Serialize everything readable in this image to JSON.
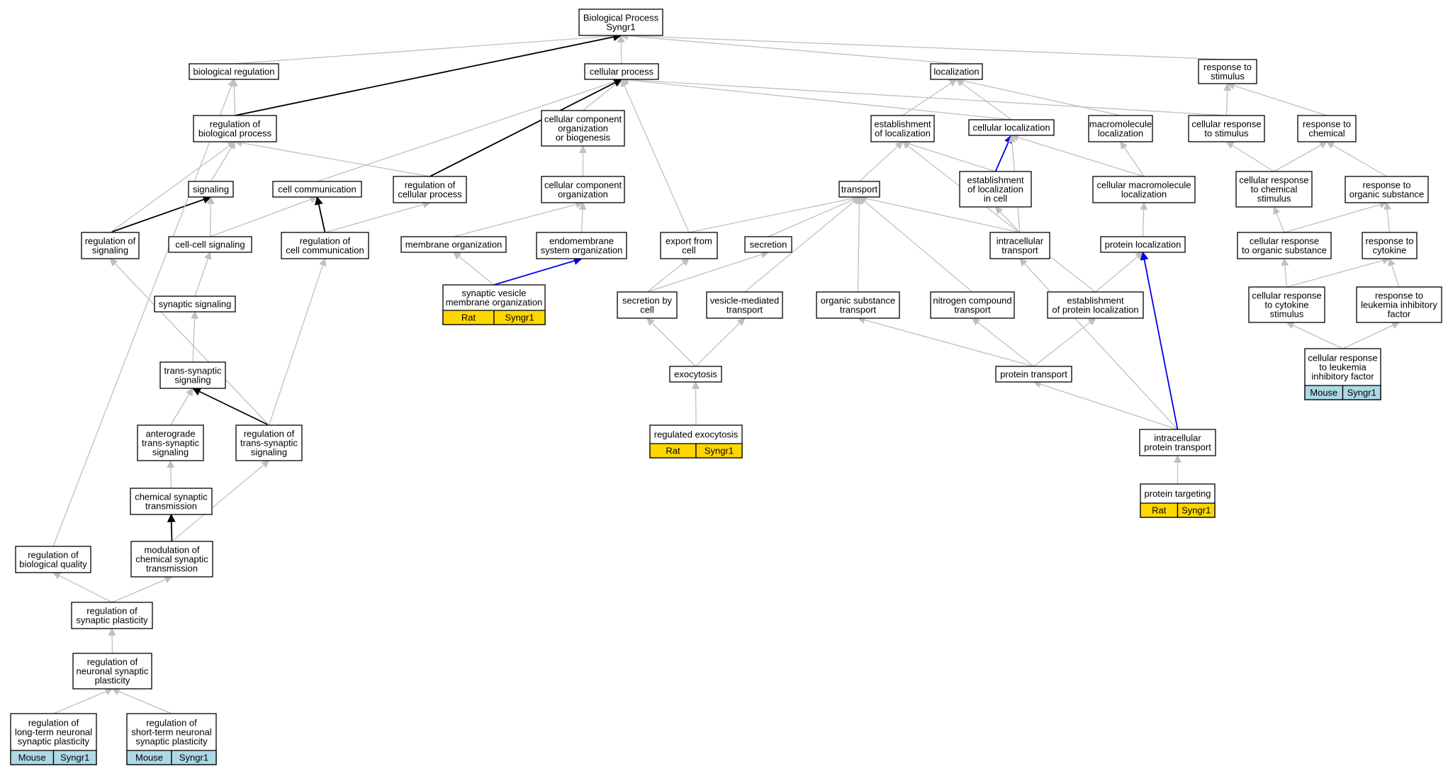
{
  "colors": {
    "edge_gray": "#c0c0c0",
    "edge_black": "#000000",
    "edge_blue": "#0000ee",
    "rat": "#ffd700",
    "mouse": "#add8e6",
    "node_border": "#000000"
  },
  "nodes": {
    "root": {
      "lines": [
        "Biological Process",
        "Syngr1"
      ]
    },
    "biological_regulation": {
      "lines": [
        "biological regulation"
      ]
    },
    "cellular_process": {
      "lines": [
        "cellular process"
      ]
    },
    "localization": {
      "lines": [
        "localization"
      ]
    },
    "response_to_stimulus": {
      "lines": [
        "response to",
        "stimulus"
      ]
    },
    "regulation_of_biological_process": {
      "lines": [
        "regulation of",
        "biological process"
      ]
    },
    "cellular_component_organization_or_biogenesis": {
      "lines": [
        "cellular component",
        "organization",
        "or biogenesis"
      ]
    },
    "establishment_of_localization": {
      "lines": [
        "establishment",
        "of localization"
      ]
    },
    "cellular_localization": {
      "lines": [
        "cellular localization"
      ]
    },
    "macromolecule_localization": {
      "lines": [
        "macromolecule",
        "localization"
      ]
    },
    "cellular_response_to_stimulus": {
      "lines": [
        "cellular response",
        "to stimulus"
      ]
    },
    "response_to_chemical": {
      "lines": [
        "response to",
        "chemical"
      ]
    },
    "signaling": {
      "lines": [
        "signaling"
      ]
    },
    "cell_communication": {
      "lines": [
        "cell communication"
      ]
    },
    "regulation_of_cellular_process": {
      "lines": [
        "regulation of",
        "cellular process"
      ]
    },
    "cellular_component_organization": {
      "lines": [
        "cellular component",
        "organization"
      ]
    },
    "transport": {
      "lines": [
        "transport"
      ]
    },
    "establishment_of_localization_in_cell": {
      "lines": [
        "establishment",
        "of localization",
        "in cell"
      ]
    },
    "cellular_macromolecule_localization": {
      "lines": [
        "cellular macromolecule",
        "localization"
      ]
    },
    "cellular_response_to_chemical_stimulus": {
      "lines": [
        "cellular response",
        "to chemical",
        "stimulus"
      ]
    },
    "response_to_organic_substance": {
      "lines": [
        "response to",
        "organic substance"
      ]
    },
    "regulation_of_signaling": {
      "lines": [
        "regulation of",
        "signaling"
      ]
    },
    "cell_cell_signaling": {
      "lines": [
        "cell-cell signaling"
      ]
    },
    "regulation_of_cell_communication": {
      "lines": [
        "regulation of",
        "cell communication"
      ]
    },
    "membrane_organization": {
      "lines": [
        "membrane organization"
      ]
    },
    "endomembrane_system_organization": {
      "lines": [
        "endomembrane",
        "system organization"
      ]
    },
    "export_from_cell": {
      "lines": [
        "export from",
        "cell"
      ]
    },
    "secretion": {
      "lines": [
        "secretion"
      ]
    },
    "intracellular_transport": {
      "lines": [
        "intracellular",
        "transport"
      ]
    },
    "protein_localization": {
      "lines": [
        "protein localization"
      ]
    },
    "cellular_response_to_organic_substance": {
      "lines": [
        "cellular response",
        "to organic substance"
      ]
    },
    "response_to_cytokine": {
      "lines": [
        "response to",
        "cytokine"
      ]
    },
    "synaptic_signaling": {
      "lines": [
        "synaptic signaling"
      ]
    },
    "synaptic_vesicle_membrane_organization": {
      "lines": [
        "synaptic vesicle",
        "membrane organization"
      ],
      "tag": [
        "Rat",
        "Syngr1"
      ],
      "tag_color": "rat"
    },
    "secretion_by_cell": {
      "lines": [
        "secretion by",
        "cell"
      ]
    },
    "vesicle_mediated_transport": {
      "lines": [
        "vesicle-mediated",
        "transport"
      ]
    },
    "organic_substance_transport": {
      "lines": [
        "organic substance",
        "transport"
      ]
    },
    "nitrogen_compound_transport": {
      "lines": [
        "nitrogen compound",
        "transport"
      ]
    },
    "establishment_of_protein_localization": {
      "lines": [
        "establishment",
        "of protein localization"
      ]
    },
    "cellular_response_to_cytokine_stimulus": {
      "lines": [
        "cellular response",
        "to cytokine",
        "stimulus"
      ]
    },
    "response_to_leukemia_inhibitory_factor": {
      "lines": [
        "response to",
        "leukemia inhibitory",
        "factor"
      ]
    },
    "trans_synaptic_signaling": {
      "lines": [
        "trans-synaptic",
        "signaling"
      ]
    },
    "exocytosis": {
      "lines": [
        "exocytosis"
      ]
    },
    "protein_transport": {
      "lines": [
        "protein transport"
      ]
    },
    "cellular_response_to_leukemia_inhibitory_factor": {
      "lines": [
        "cellular response",
        "to leukemia",
        "inhibitory factor"
      ],
      "tag": [
        "Mouse",
        "Syngr1"
      ],
      "tag_color": "mouse"
    },
    "anterograde_trans_synaptic_signaling": {
      "lines": [
        "anterograde",
        "trans-synaptic",
        "signaling"
      ]
    },
    "regulation_of_trans_synaptic_signaling": {
      "lines": [
        "regulation of",
        "trans-synaptic",
        "signaling"
      ]
    },
    "regulated_exocytosis": {
      "lines": [
        "regulated exocytosis"
      ],
      "tag": [
        "Rat",
        "Syngr1"
      ],
      "tag_color": "rat"
    },
    "intracellular_protein_transport": {
      "lines": [
        "intracellular",
        "protein transport"
      ]
    },
    "chemical_synaptic_transmission": {
      "lines": [
        "chemical synaptic",
        "transmission"
      ]
    },
    "protein_targeting": {
      "lines": [
        "protein targeting"
      ],
      "tag": [
        "Rat",
        "Syngr1"
      ],
      "tag_color": "rat"
    },
    "regulation_of_biological_quality": {
      "lines": [
        "regulation of",
        "biological quality"
      ]
    },
    "modulation_of_chemical_synaptic_transmission": {
      "lines": [
        "modulation of",
        "chemical synaptic",
        "transmission"
      ]
    },
    "regulation_of_synaptic_plasticity": {
      "lines": [
        "regulation of",
        "synaptic plasticity"
      ]
    },
    "regulation_of_neuronal_synaptic_plasticity": {
      "lines": [
        "regulation of",
        "neuronal synaptic",
        "plasticity"
      ]
    },
    "regulation_of_long_term_neuronal_synaptic_plasticity": {
      "lines": [
        "regulation of",
        "long-term neuronal",
        "synaptic plasticity"
      ],
      "tag": [
        "Mouse",
        "Syngr1"
      ],
      "tag_color": "mouse"
    },
    "regulation_of_short_term_neuronal_synaptic_plasticity": {
      "lines": [
        "regulation of",
        "short-term neuronal",
        "synaptic plasticity"
      ],
      "tag": [
        "Mouse",
        "Syngr1"
      ],
      "tag_color": "mouse"
    }
  },
  "edges": [
    {
      "from": "biological_regulation",
      "to": "root",
      "kind": "gray"
    },
    {
      "from": "cellular_process",
      "to": "root",
      "kind": "gray"
    },
    {
      "from": "localization",
      "to": "root",
      "kind": "gray"
    },
    {
      "from": "response_to_stimulus",
      "to": "root",
      "kind": "gray"
    },
    {
      "from": "regulation_of_biological_process",
      "to": "root",
      "kind": "black"
    },
    {
      "from": "regulation_of_biological_process",
      "to": "biological_regulation",
      "kind": "gray"
    },
    {
      "from": "cellular_component_organization_or_biogenesis",
      "to": "cellular_process",
      "kind": "gray"
    },
    {
      "from": "establishment_of_localization",
      "to": "localization",
      "kind": "gray"
    },
    {
      "from": "cellular_localization",
      "to": "localization",
      "kind": "gray"
    },
    {
      "from": "cellular_localization",
      "to": "cellular_process",
      "kind": "gray"
    },
    {
      "from": "macromolecule_localization",
      "to": "localization",
      "kind": "gray"
    },
    {
      "from": "cellular_response_to_stimulus",
      "to": "response_to_stimulus",
      "kind": "gray"
    },
    {
      "from": "cellular_response_to_stimulus",
      "to": "cellular_process",
      "kind": "gray"
    },
    {
      "from": "response_to_chemical",
      "to": "response_to_stimulus",
      "kind": "gray"
    },
    {
      "from": "signaling",
      "to": "regulation_of_biological_process",
      "kind": "gray"
    },
    {
      "from": "cell_communication",
      "to": "cellular_process",
      "kind": "gray"
    },
    {
      "from": "regulation_of_cellular_process",
      "to": "cellular_process",
      "kind": "black"
    },
    {
      "from": "regulation_of_cellular_process",
      "to": "regulation_of_biological_process",
      "kind": "gray"
    },
    {
      "from": "cellular_component_organization",
      "to": "cellular_component_organization_or_biogenesis",
      "kind": "gray"
    },
    {
      "from": "transport",
      "to": "establishment_of_localization",
      "kind": "gray"
    },
    {
      "from": "establishment_of_localization_in_cell",
      "to": "cellular_localization",
      "kind": "blue"
    },
    {
      "from": "establishment_of_localization_in_cell",
      "to": "establishment_of_localization",
      "kind": "gray"
    },
    {
      "from": "cellular_macromolecule_localization",
      "to": "macromolecule_localization",
      "kind": "gray"
    },
    {
      "from": "cellular_macromolecule_localization",
      "to": "cellular_localization",
      "kind": "gray"
    },
    {
      "from": "cellular_response_to_chemical_stimulus",
      "to": "cellular_response_to_stimulus",
      "kind": "gray"
    },
    {
      "from": "cellular_response_to_chemical_stimulus",
      "to": "response_to_chemical",
      "kind": "gray"
    },
    {
      "from": "response_to_organic_substance",
      "to": "response_to_chemical",
      "kind": "gray"
    },
    {
      "from": "regulation_of_signaling",
      "to": "signaling",
      "kind": "black"
    },
    {
      "from": "regulation_of_signaling",
      "to": "regulation_of_biological_process",
      "kind": "gray"
    },
    {
      "from": "cell_cell_signaling",
      "to": "signaling",
      "kind": "gray"
    },
    {
      "from": "cell_cell_signaling",
      "to": "cell_communication",
      "kind": "gray"
    },
    {
      "from": "regulation_of_cell_communication",
      "to": "cell_communication",
      "kind": "black"
    },
    {
      "from": "regulation_of_cell_communication",
      "to": "regulation_of_cellular_process",
      "kind": "gray"
    },
    {
      "from": "membrane_organization",
      "to": "cellular_component_organization",
      "kind": "gray"
    },
    {
      "from": "endomembrane_system_organization",
      "to": "cellular_component_organization",
      "kind": "gray"
    },
    {
      "from": "export_from_cell",
      "to": "transport",
      "kind": "gray"
    },
    {
      "from": "export_from_cell",
      "to": "cellular_process",
      "kind": "gray"
    },
    {
      "from": "secretion",
      "to": "transport",
      "kind": "gray"
    },
    {
      "from": "intracellular_transport",
      "to": "transport",
      "kind": "gray"
    },
    {
      "from": "intracellular_transport",
      "to": "establishment_of_localization_in_cell",
      "kind": "gray"
    },
    {
      "from": "intracellular_transport",
      "to": "cellular_localization",
      "kind": "gray"
    },
    {
      "from": "protein_localization",
      "to": "cellular_macromolecule_localization",
      "kind": "gray"
    },
    {
      "from": "cellular_response_to_organic_substance",
      "to": "cellular_response_to_chemical_stimulus",
      "kind": "gray"
    },
    {
      "from": "cellular_response_to_organic_substance",
      "to": "response_to_organic_substance",
      "kind": "gray"
    },
    {
      "from": "response_to_cytokine",
      "to": "response_to_organic_substance",
      "kind": "gray"
    },
    {
      "from": "synaptic_signaling",
      "to": "cell_cell_signaling",
      "kind": "gray"
    },
    {
      "from": "synaptic_vesicle_membrane_organization",
      "to": "membrane_organization",
      "kind": "gray"
    },
    {
      "from": "synaptic_vesicle_membrane_organization",
      "to": "endomembrane_system_organization",
      "kind": "blue"
    },
    {
      "from": "secretion_by_cell",
      "to": "export_from_cell",
      "kind": "gray"
    },
    {
      "from": "secretion_by_cell",
      "to": "secretion",
      "kind": "gray"
    },
    {
      "from": "vesicle_mediated_transport",
      "to": "transport",
      "kind": "gray"
    },
    {
      "from": "organic_substance_transport",
      "to": "transport",
      "kind": "gray"
    },
    {
      "from": "nitrogen_compound_transport",
      "to": "transport",
      "kind": "gray"
    },
    {
      "from": "establishment_of_protein_localization",
      "to": "protein_localization",
      "kind": "gray"
    },
    {
      "from": "establishment_of_protein_localization",
      "to": "establishment_of_localization",
      "kind": "gray"
    },
    {
      "from": "cellular_response_to_cytokine_stimulus",
      "to": "cellular_response_to_organic_substance",
      "kind": "gray"
    },
    {
      "from": "cellular_response_to_cytokine_stimulus",
      "to": "response_to_cytokine",
      "kind": "gray"
    },
    {
      "from": "response_to_leukemia_inhibitory_factor",
      "to": "response_to_cytokine",
      "kind": "gray"
    },
    {
      "from": "trans_synaptic_signaling",
      "to": "synaptic_signaling",
      "kind": "gray"
    },
    {
      "from": "exocytosis",
      "to": "secretion_by_cell",
      "kind": "gray"
    },
    {
      "from": "exocytosis",
      "to": "vesicle_mediated_transport",
      "kind": "gray"
    },
    {
      "from": "protein_transport",
      "to": "organic_substance_transport",
      "kind": "gray"
    },
    {
      "from": "protein_transport",
      "to": "nitrogen_compound_transport",
      "kind": "gray"
    },
    {
      "from": "protein_transport",
      "to": "establishment_of_protein_localization",
      "kind": "gray"
    },
    {
      "from": "cellular_response_to_leukemia_inhibitory_factor",
      "to": "cellular_response_to_cytokine_stimulus",
      "kind": "gray"
    },
    {
      "from": "cellular_response_to_leukemia_inhibitory_factor",
      "to": "response_to_leukemia_inhibitory_factor",
      "kind": "gray"
    },
    {
      "from": "anterograde_trans_synaptic_signaling",
      "to": "trans_synaptic_signaling",
      "kind": "gray"
    },
    {
      "from": "regulation_of_trans_synaptic_signaling",
      "to": "trans_synaptic_signaling",
      "kind": "black"
    },
    {
      "from": "regulation_of_trans_synaptic_signaling",
      "to": "regulation_of_signaling",
      "kind": "gray"
    },
    {
      "from": "regulation_of_trans_synaptic_signaling",
      "to": "regulation_of_cell_communication",
      "kind": "gray"
    },
    {
      "from": "regulated_exocytosis",
      "to": "exocytosis",
      "kind": "gray"
    },
    {
      "from": "intracellular_protein_transport",
      "to": "protein_transport",
      "kind": "gray"
    },
    {
      "from": "intracellular_protein_transport",
      "to": "intracellular_transport",
      "kind": "gray"
    },
    {
      "from": "intracellular_protein_transport",
      "to": "protein_localization",
      "kind": "blue"
    },
    {
      "from": "chemical_synaptic_transmission",
      "to": "anterograde_trans_synaptic_signaling",
      "kind": "gray"
    },
    {
      "from": "protein_targeting",
      "to": "intracellular_protein_transport",
      "kind": "gray"
    },
    {
      "from": "regulation_of_biological_quality",
      "to": "biological_regulation",
      "kind": "gray"
    },
    {
      "from": "modulation_of_chemical_synaptic_transmission",
      "to": "chemical_synaptic_transmission",
      "kind": "black"
    },
    {
      "from": "modulation_of_chemical_synaptic_transmission",
      "to": "regulation_of_trans_synaptic_signaling",
      "kind": "gray"
    },
    {
      "from": "regulation_of_synaptic_plasticity",
      "to": "regulation_of_biological_quality",
      "kind": "gray"
    },
    {
      "from": "regulation_of_synaptic_plasticity",
      "to": "modulation_of_chemical_synaptic_transmission",
      "kind": "gray"
    },
    {
      "from": "regulation_of_neuronal_synaptic_plasticity",
      "to": "regulation_of_synaptic_plasticity",
      "kind": "gray"
    },
    {
      "from": "regulation_of_long_term_neuronal_synaptic_plasticity",
      "to": "regulation_of_neuronal_synaptic_plasticity",
      "kind": "gray"
    },
    {
      "from": "regulation_of_short_term_neuronal_synaptic_plasticity",
      "to": "regulation_of_neuronal_synaptic_plasticity",
      "kind": "gray"
    }
  ]
}
